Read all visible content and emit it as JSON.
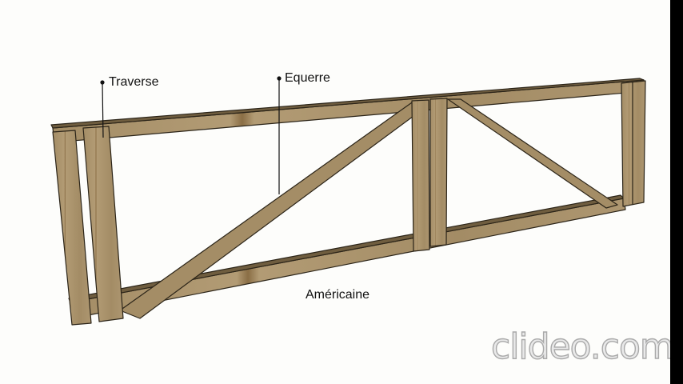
{
  "labels": {
    "traverse": "Traverse",
    "equerre": "Equerre",
    "caption": "Américaine"
  },
  "watermark": "clideo.com",
  "colors": {
    "wood": "#a8916b",
    "wood_dark": "#7d6a4a",
    "outline": "#2b2418",
    "background": "#fdfdfb"
  }
}
